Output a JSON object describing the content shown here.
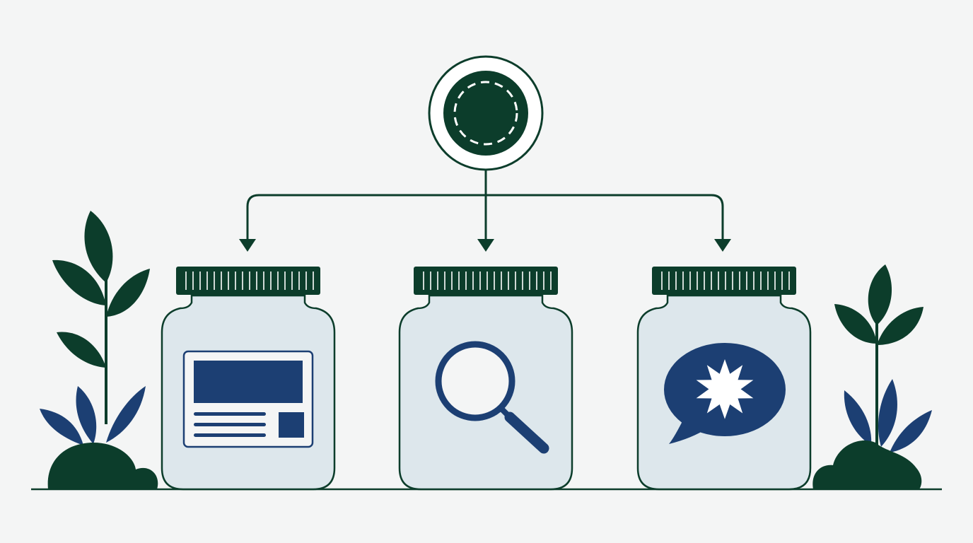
{
  "diagram": {
    "type": "one-to-many flow",
    "source": {
      "icon": "dashed-circle-icon"
    },
    "branches": [
      {
        "icon": "document-layout-icon"
      },
      {
        "icon": "magnifying-glass-icon"
      },
      {
        "icon": "speech-bubble-burst-icon"
      }
    ],
    "decorations": [
      "leafy-plant-left",
      "leafy-plant-right"
    ]
  },
  "colors": {
    "background": "#f4f5f5",
    "dark_green": "#0c3d2b",
    "navy": "#1c3f73",
    "jar_fill": "#dde7ec",
    "white": "#ffffff"
  }
}
